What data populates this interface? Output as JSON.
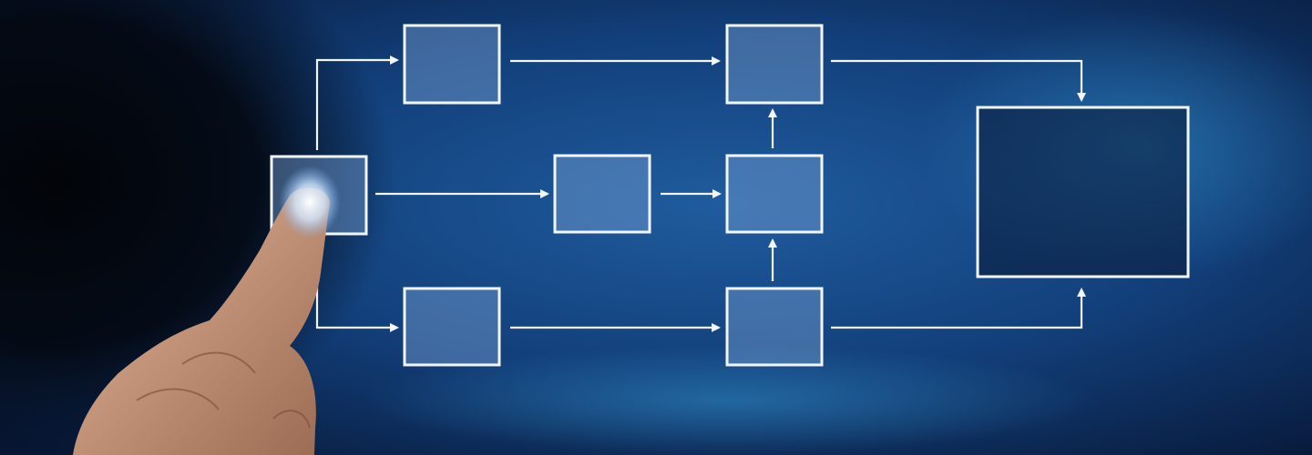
{
  "colors": {
    "background_deep": "#071634",
    "background_glow": "#1e5a9a",
    "line": "#f2f6ff",
    "box_fill": "#5a7fb0",
    "skin": "#d9a88a"
  },
  "flowchart": {
    "nodes": [
      "start",
      "top-1",
      "middle-1",
      "bottom-1",
      "top-2",
      "middle-2",
      "bottom-2",
      "end"
    ],
    "edges": [
      [
        "start",
        "top-1"
      ],
      [
        "start",
        "middle-1"
      ],
      [
        "start",
        "bottom-1"
      ],
      [
        "top-1",
        "top-2"
      ],
      [
        "middle-1",
        "middle-2"
      ],
      [
        "bottom-1",
        "bottom-2"
      ],
      [
        "bottom-2",
        "middle-2"
      ],
      [
        "middle-2",
        "top-2"
      ],
      [
        "top-2",
        "end"
      ],
      [
        "bottom-2",
        "end"
      ]
    ]
  },
  "hand": {
    "icon": "pointing-finger",
    "touching_node": "start"
  }
}
